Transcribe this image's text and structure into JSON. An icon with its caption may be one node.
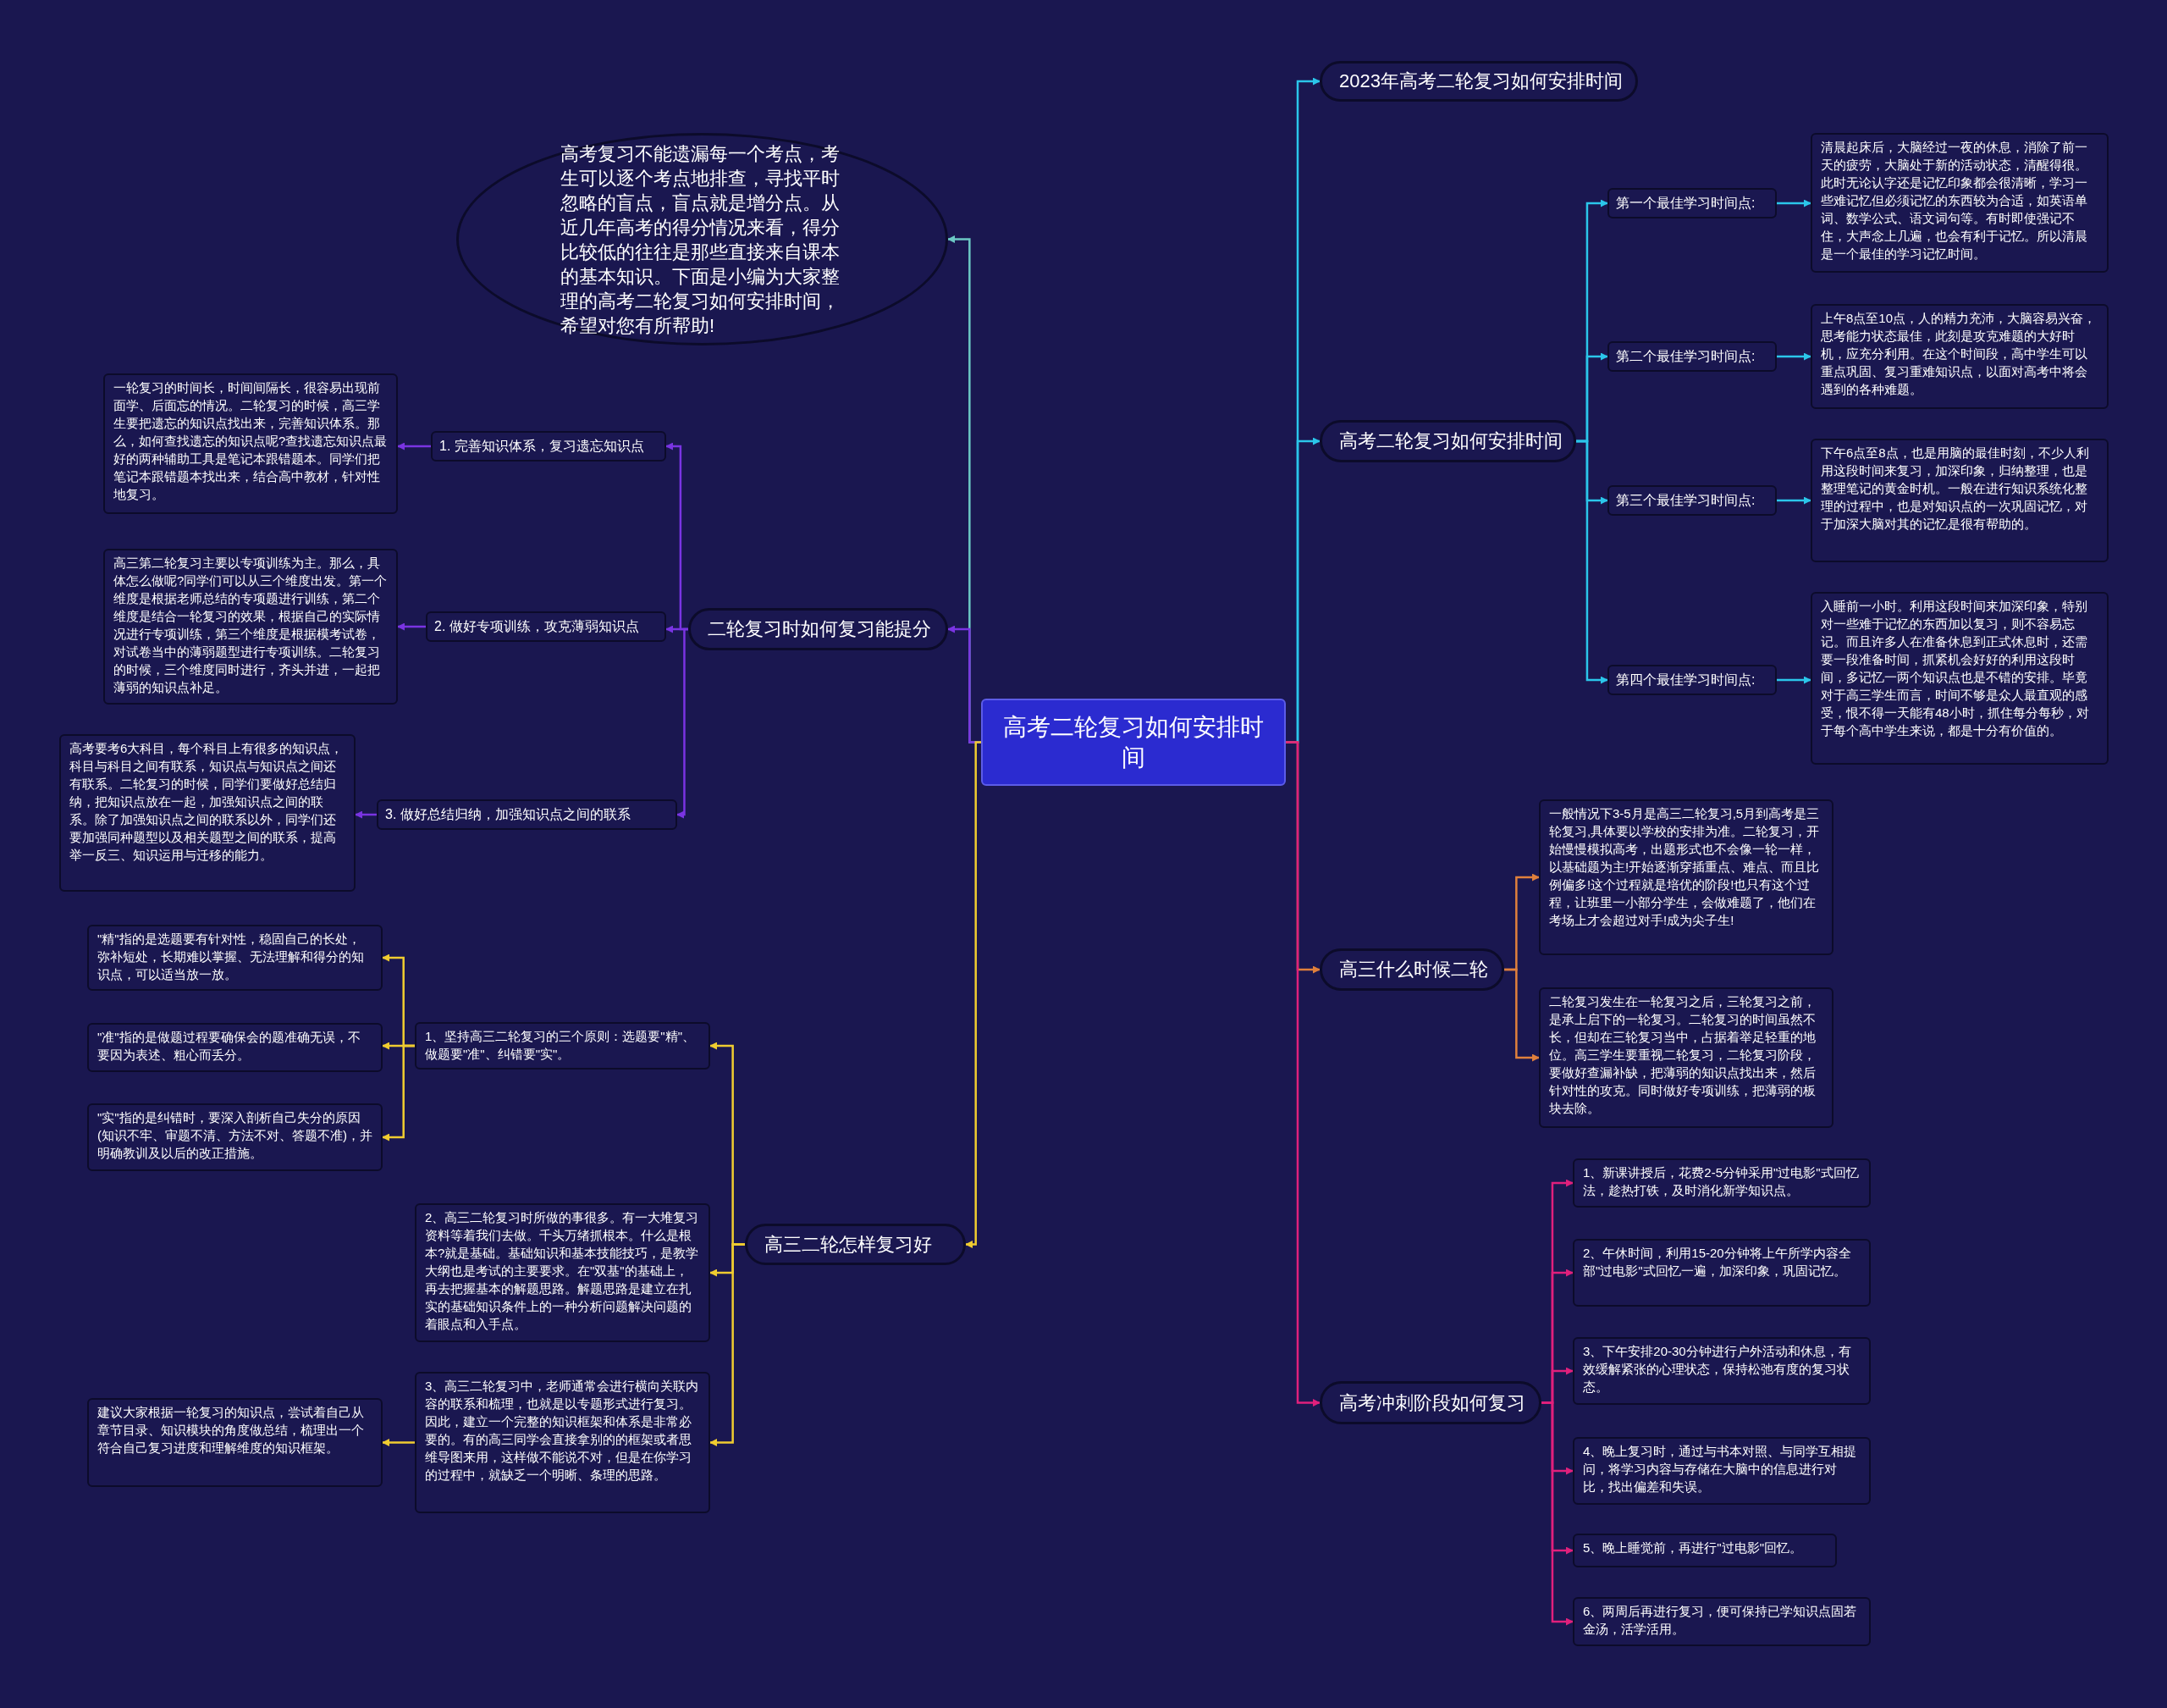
{
  "diagram": {
    "nodes": [
      {
        "text": [
          "高考二轮复习如何安排时间"
        ]
      },
      {
        "text": [
          "2023年高考二轮复习如何安排时间"
        ]
      },
      {
        "text": [
          "高考二轮复习如何安排时间"
        ]
      },
      {
        "text": [
          "第一个最佳学习时间点:"
        ]
      },
      {
        "text": [
          "第二个最佳学习时间点:"
        ]
      },
      {
        "text": [
          "第三个最佳学习时间点:"
        ]
      },
      {
        "text": [
          "第四个最佳学习时间点:"
        ]
      },
      {
        "text": [
          "清晨起床后，大脑经过一夜的休息，消除了前一天的疲劳，大脑处于新的活动状态，清醒得很。此时无论认字还是记忆印象都会很清晰，学习一些难记忆但必须记忆的东西较为合适，如英语单词、数学公式、语文词句等。有时即使强记不住，大声念上几遍，也会有利于记忆。所以清晨是一个最佳的学习记忆时间。"
        ]
      },
      {
        "text": [
          "上午8点至10点，人的精力充沛，大脑容易兴奋，思考能力状态最佳，此刻是攻克难题的大好时机，应充分利用。在这个时间段，高中学生可以重点巩固、复习重难知识点，以面对高考中将会遇到的各种难题。"
        ]
      },
      {
        "text": [
          "下午6点至8点，也是用脑的最佳时刻，不少人利用这段时间来复习，加深印象，归纳整理，也是整理笔记的黄金时机。一般在进行知识系统化整理的过程中，也是对知识点的一次巩固记忆，对于加深大脑对其的记忆是很有帮助的。"
        ]
      },
      {
        "text": [
          "入睡前一小时。利用这段时间来加深印象，特别对一些难于记忆的东西加以复习，则不容易忘记。而且许多人在准备休息到正式休息时，还需要一段准备时间，抓紧机会好好的利用这段时间，多记忆一两个知识点也是不错的安排。毕竟对于高三学生而言，时间不够是众人最直观的感受，恨不得一天能有48小时，抓住每分每秒，对于每个高中学生来说，都是十分有价值的。"
        ]
      },
      {
        "text": [
          "高三什么时候二轮"
        ]
      },
      {
        "text": [
          "一般情况下3-5月是高三二轮复习,5月到高考是三轮复习,具体要以学校的安排为准。二轮复习，开始慢慢模拟高考，出题形式也不会像一轮一样，以基础题为主!开始逐渐穿插重点、难点、而且比例偏多!这个过程就是培优的阶段!也只有这个过程，让班里一小部分学生，会做难题了，他们在考场上才会超过对手!成为尖子生!"
        ]
      },
      {
        "text": [
          "二轮复习发生在一轮复习之后，三轮复习之前，是承上启下的一轮复习。二轮复习的时间虽然不长，但却在三轮复习当中，占据着举足轻重的地位。高三学生要重视二轮复习，二轮复习阶段，要做好查漏补缺，把薄弱的知识点找出来，然后针对性的攻克。同时做好专项训练，把薄弱的板块去除。"
        ]
      },
      {
        "text": [
          "高考冲刺阶段如何复习"
        ]
      },
      {
        "text": [
          "1、新课讲授后，花费2-5分钟采用\"过电影\"式回忆法，趁热打铁，及时消化新学知识点。"
        ]
      },
      {
        "text": [
          "2、午休时间，利用15-20分钟将上午所学内容全部\"过电影\"式回忆一遍，加深印象，巩固记忆。"
        ]
      },
      {
        "text": [
          "3、下午安排20-30分钟进行户外活动和休息，有效缓解紧张的心理状态，保持松弛有度的复习状态。"
        ]
      },
      {
        "text": [
          "4、晚上复习时，通过与书本对照、与同学互相提问，将学习内容与存储在大脑中的信息进行对比，找出偏差和失误。"
        ]
      },
      {
        "text": [
          "5、晚上睡觉前，再进行\"过电影\"回忆。"
        ]
      },
      {
        "text": [
          "6、两周后再进行复习，便可保持已学知识点固若金汤，活学活用。"
        ]
      },
      {
        "text": [
          "高考复习不能遗漏每一个考点，考生可以逐个考点地排查，寻找平时忽略的盲点，盲点就是增分点。从近几年高考的得分情况来看，得分比较低的往往是那些直接来自课本的基本知识。下面是小编为大家整理的高考二轮复习如何安排时间，希望对您有所帮助!"
        ]
      },
      {
        "text": [
          "二轮复习时如何复习能提分"
        ]
      },
      {
        "text": [
          "1. 完善知识体系，复习遗忘知识点"
        ]
      },
      {
        "text": [
          "2. 做好专项训练，攻克薄弱知识点"
        ]
      },
      {
        "text": [
          "3. 做好总结归纳，加强知识点之间的联系"
        ]
      },
      {
        "text": [
          "一轮复习的时间长，时间间隔长，很容易出现前面学、后面忘的情况。二轮复习的时候，高三学生要把遗忘的知识点找出来，完善知识体系。那么，如何查找遗忘的知识点呢?查找遗忘知识点最好的两种辅助工具是笔记本跟错题本。同学们把笔记本跟错题本找出来，结合高中教材，针对性地复习。"
        ]
      },
      {
        "text": [
          "高三第二轮复习主要以专项训练为主。那么，具体怎么做呢?同学们可以从三个维度出发。第一个维度是根据老师总结的专项题进行训练，第二个维度是结合一轮复习的效果，根据自己的实际情况进行专项训练，第三个维度是根据模考试卷，对试卷当中的薄弱题型进行专项训练。二轮复习的时候，三个维度同时进行，齐头并进，一起把薄弱的知识点补足。"
        ]
      },
      {
        "text": [
          "高考要考6大科目，每个科目上有很多的知识点，科目与科目之间有联系，知识点与知识点之间还有联系。二轮复习的时候，同学们要做好总结归纳，把知识点放在一起，加强知识点之间的联系。除了加强知识点之间的联系以外，同学们还要加强同种题型以及相关题型之间的联系，提高举一反三、知识运用与迁移的能力。"
        ]
      },
      {
        "text": [
          "高三二轮怎样复习好"
        ]
      },
      {
        "text": [
          "1、坚持高三二轮复习的三个原则：选题要\"精\"、做题要\"准\"、纠错要\"实\"。"
        ]
      },
      {
        "text": [
          "2、高三二轮复习时所做的事很多。有一大堆复习资料等着我们去做。千头万绪抓根本。什么是根本?就是基础。基础知识和基本技能技巧，是教学大纲也是考试的主要要求。在\"双基\"的基础上，再去把握基本的解题思路。解题思路是建立在扎实的基础知识条件上的一种分析问题解决问题的着眼点和入手点。"
        ]
      },
      {
        "text": [
          "3、高三二轮复习中，老师通常会进行横向关联内容的联系和梳理，也就是以专题形式进行复习。因此，建立一个完整的知识框架和体系是非常必要的。有的高三同学会直接拿别的的框架或者思维导图来用，这样做不能说不对，但是在你学习的过程中，就缺乏一个明晰、条理的思路。"
        ]
      },
      {
        "text": [
          "\"精\"指的是选题要有针对性，稳固自己的长处，弥补短处，长期难以掌握、无法理解和得分的知识点，可以适当放一放。"
        ]
      },
      {
        "text": [
          "\"准\"指的是做题过程要确保会的题准确无误，不要因为表述、粗心而丢分。"
        ]
      },
      {
        "text": [
          "\"实\"指的是纠错时，要深入剖析自己失分的原因(知识不牢、审题不清、方法不对、答题不准)，并明确教训及以后的改正措施。"
        ]
      },
      {
        "text": [
          "建议大家根据一轮复习的知识点，尝试着自己从章节目录、知识模块的角度做总结，梳理出一个符合自己复习进度和理解维度的知识框架。"
        ]
      }
    ],
    "edges": [
      {
        "from": 0,
        "to": 1,
        "arrow": "to",
        "color": "#2bc6ea"
      },
      {
        "from": 0,
        "to": 2,
        "arrow": "to",
        "color": "#2bc6ea"
      },
      {
        "from": 2,
        "to": 3,
        "arrow": "to",
        "color": "#2bc6ea"
      },
      {
        "from": 2,
        "to": 4,
        "arrow": "to",
        "color": "#2bc6ea"
      },
      {
        "from": 2,
        "to": 5,
        "arrow": "to",
        "color": "#2bc6ea"
      },
      {
        "from": 2,
        "to": 6,
        "arrow": "to",
        "color": "#2bc6ea"
      },
      {
        "from": 3,
        "to": 7,
        "arrow": "to",
        "color": "#2bc6ea"
      },
      {
        "from": 4,
        "to": 8,
        "arrow": "to",
        "color": "#2bc6ea"
      },
      {
        "from": 5,
        "to": 9,
        "arrow": "to",
        "color": "#2bc6ea"
      },
      {
        "from": 6,
        "to": 10,
        "arrow": "to",
        "color": "#2bc6ea"
      },
      {
        "from": 0,
        "to": 11,
        "arrow": "to",
        "color": "#e0803c"
      },
      {
        "from": 11,
        "to": 12,
        "arrow": "to",
        "color": "#e0803c"
      },
      {
        "from": 11,
        "to": 13,
        "arrow": "to",
        "color": "#e0803c"
      },
      {
        "from": 0,
        "to": 14,
        "arrow": "to",
        "color": "#e0207c"
      },
      {
        "from": 14,
        "to": 15,
        "arrow": "to",
        "color": "#e0207c"
      },
      {
        "from": 14,
        "to": 16,
        "arrow": "to",
        "color": "#e0207c"
      },
      {
        "from": 14,
        "to": 17,
        "arrow": "to",
        "color": "#e0207c"
      },
      {
        "from": 14,
        "to": 18,
        "arrow": "to",
        "color": "#e0207c"
      },
      {
        "from": 14,
        "to": 19,
        "arrow": "to",
        "color": "#e0207c"
      },
      {
        "from": 14,
        "to": 20,
        "arrow": "to",
        "color": "#e0207c"
      },
      {
        "from": 0,
        "to": 21,
        "arrow": "to",
        "color": "#6cc8c4"
      },
      {
        "from": 0,
        "to": 22,
        "arrow": "to",
        "color": "#7a34e2"
      },
      {
        "from": 22,
        "to": 23,
        "arrow": "to",
        "color": "#7a34e2"
      },
      {
        "from": 22,
        "to": 24,
        "arrow": "to",
        "color": "#7a34e2"
      },
      {
        "from": 22,
        "to": 25,
        "arrow": "to",
        "color": "#7a34e2"
      },
      {
        "from": 23,
        "to": 26,
        "arrow": "to",
        "color": "#7a34e2"
      },
      {
        "from": 24,
        "to": 27,
        "arrow": "to",
        "color": "#7a34e2"
      },
      {
        "from": 25,
        "to": 28,
        "arrow": "to",
        "color": "#7a34e2"
      },
      {
        "from": 0,
        "to": 29,
        "arrow": "to",
        "color": "#f0cc30"
      },
      {
        "from": 29,
        "to": 30,
        "arrow": "to",
        "color": "#f0cc30"
      },
      {
        "from": 29,
        "to": 31,
        "arrow": "to",
        "color": "#f0cc30"
      },
      {
        "from": 29,
        "to": 32,
        "arrow": "to",
        "color": "#f0cc30"
      },
      {
        "from": 30,
        "to": 33,
        "arrow": "to",
        "color": "#f0cc30"
      },
      {
        "from": 30,
        "to": 34,
        "arrow": "to",
        "color": "#f0cc30"
      },
      {
        "from": 30,
        "to": 35,
        "arrow": "to",
        "color": "#f0cc30"
      },
      {
        "from": 32,
        "to": 36,
        "arrow": "to",
        "color": "#f0cc30"
      }
    ]
  }
}
